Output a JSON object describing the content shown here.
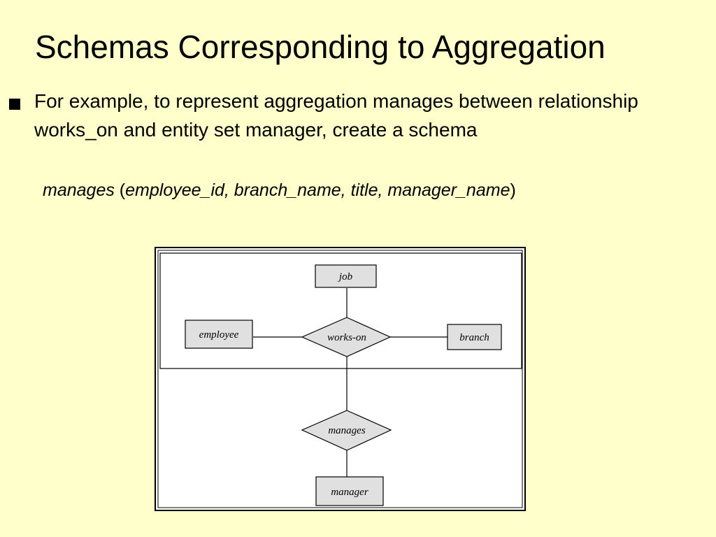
{
  "slide": {
    "title": "Schemas Corresponding to Aggregation",
    "bullet": {
      "text": "For example, to represent aggregation manages between relationship works_on and entity set manager, create a schema"
    },
    "schema": {
      "relation": "manages",
      "open_paren": " (",
      "attributes": "employee_id, branch_name, title, manager_name",
      "close_paren": ")"
    }
  },
  "diagram": {
    "entities": {
      "job": "job",
      "employee": "employee",
      "branch": "branch",
      "manager": "manager"
    },
    "relationships": {
      "works_on": "works-on",
      "manages": "manages"
    }
  }
}
